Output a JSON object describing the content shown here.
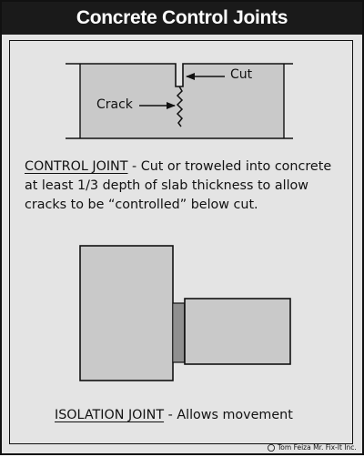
{
  "title": "Concrete Control Joints",
  "control_joint": {
    "cut_label": "Cut",
    "crack_label": "Crack",
    "heading": "CONTROL JOINT",
    "description_line1": " - Cut or troweled into concrete",
    "description_line2": "at least 1/3 depth of slab thickness to allow",
    "description_line3": "cracks to be “controlled” below cut."
  },
  "isolation_joint": {
    "heading": "ISOLATION JOINT",
    "description": "  - Allows movement"
  },
  "credit": {
    "symbol": "©",
    "text": "Tom Feiza Mr. Fix-It Inc."
  },
  "colors": {
    "title_bar": "#1a1a1a",
    "slab_fill": "#c9c9c9",
    "background": "#e4e4e4",
    "line": "#111111"
  }
}
